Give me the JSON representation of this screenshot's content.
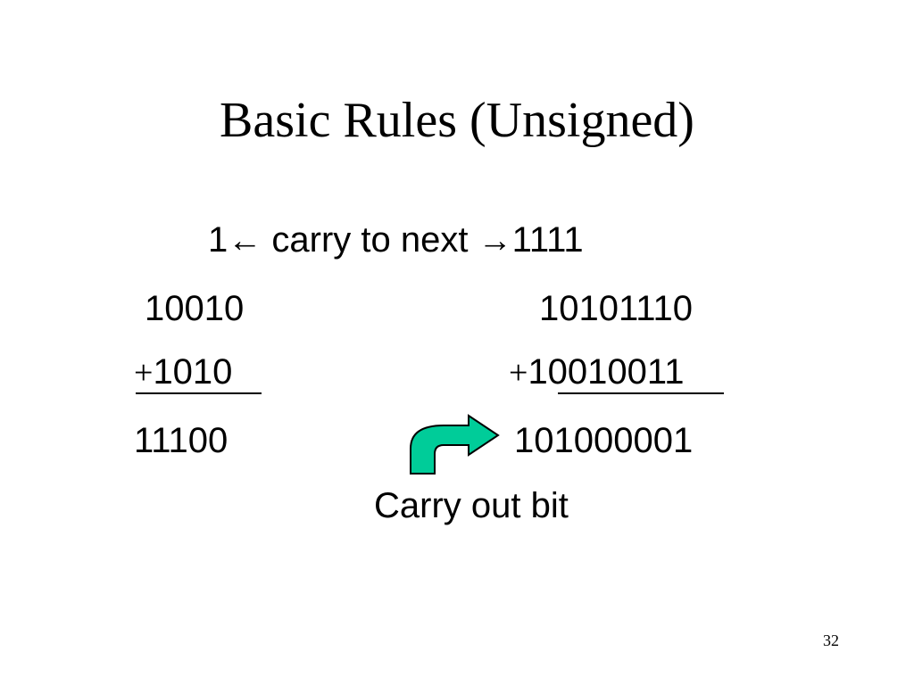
{
  "slide": {
    "title": "Basic Rules (Unsigned)",
    "number": "32"
  },
  "carry_line": {
    "left_carry": "1",
    "left_arrow": "←",
    "text": "carry to next",
    "right_arrow": "→",
    "right_carry": "1111"
  },
  "example1": {
    "addend1": "10010",
    "operator": "+",
    "addend2": "1010",
    "sum": "11100"
  },
  "example2": {
    "addend1": "10101110",
    "operator": "+",
    "addend2": "10010011",
    "sum": "101000001"
  },
  "callout": {
    "label": "Carry out bit",
    "arrow_fill": "#00cc99",
    "icon": "curved-arrow-icon"
  }
}
